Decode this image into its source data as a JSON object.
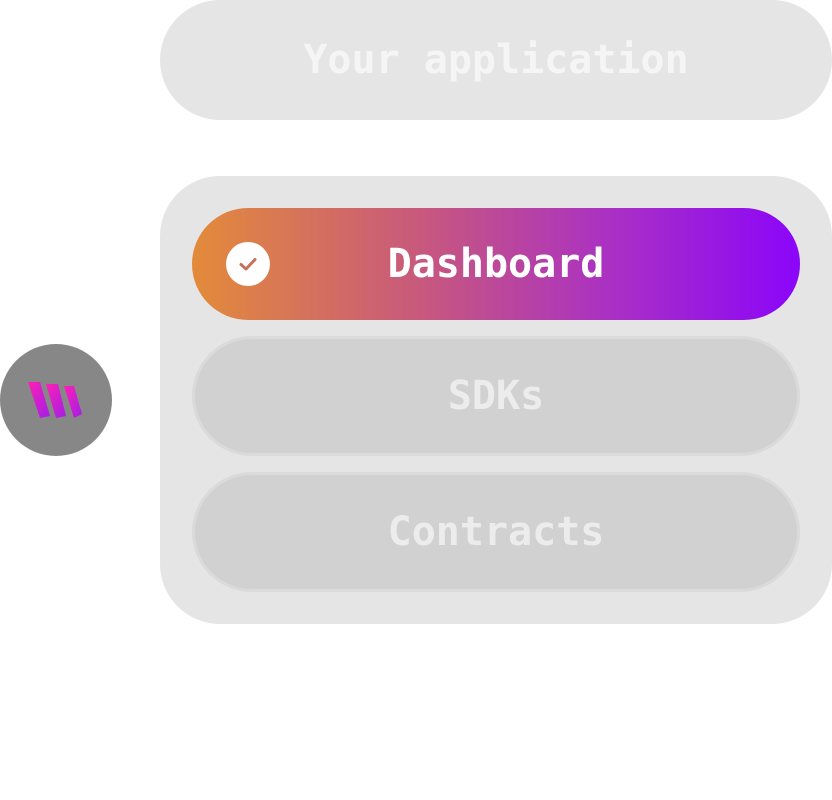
{
  "app": {
    "label": "Your application"
  },
  "menu": {
    "items": [
      {
        "label": "Dashboard",
        "selected": true
      },
      {
        "label": "SDKs",
        "selected": false
      },
      {
        "label": "Contracts",
        "selected": false
      }
    ]
  },
  "logo": {
    "icon": "brand-logo-icon",
    "gradient": [
      "#ff1fb4",
      "#a21ee8"
    ],
    "background": "#878787"
  },
  "colors": {
    "selected_gradient": [
      "#e38b3a",
      "#8b05fa"
    ],
    "pill_bg": "#e5e5e5",
    "muted_option_bg": "#d1d1d1",
    "check_color": "#c6715c"
  }
}
